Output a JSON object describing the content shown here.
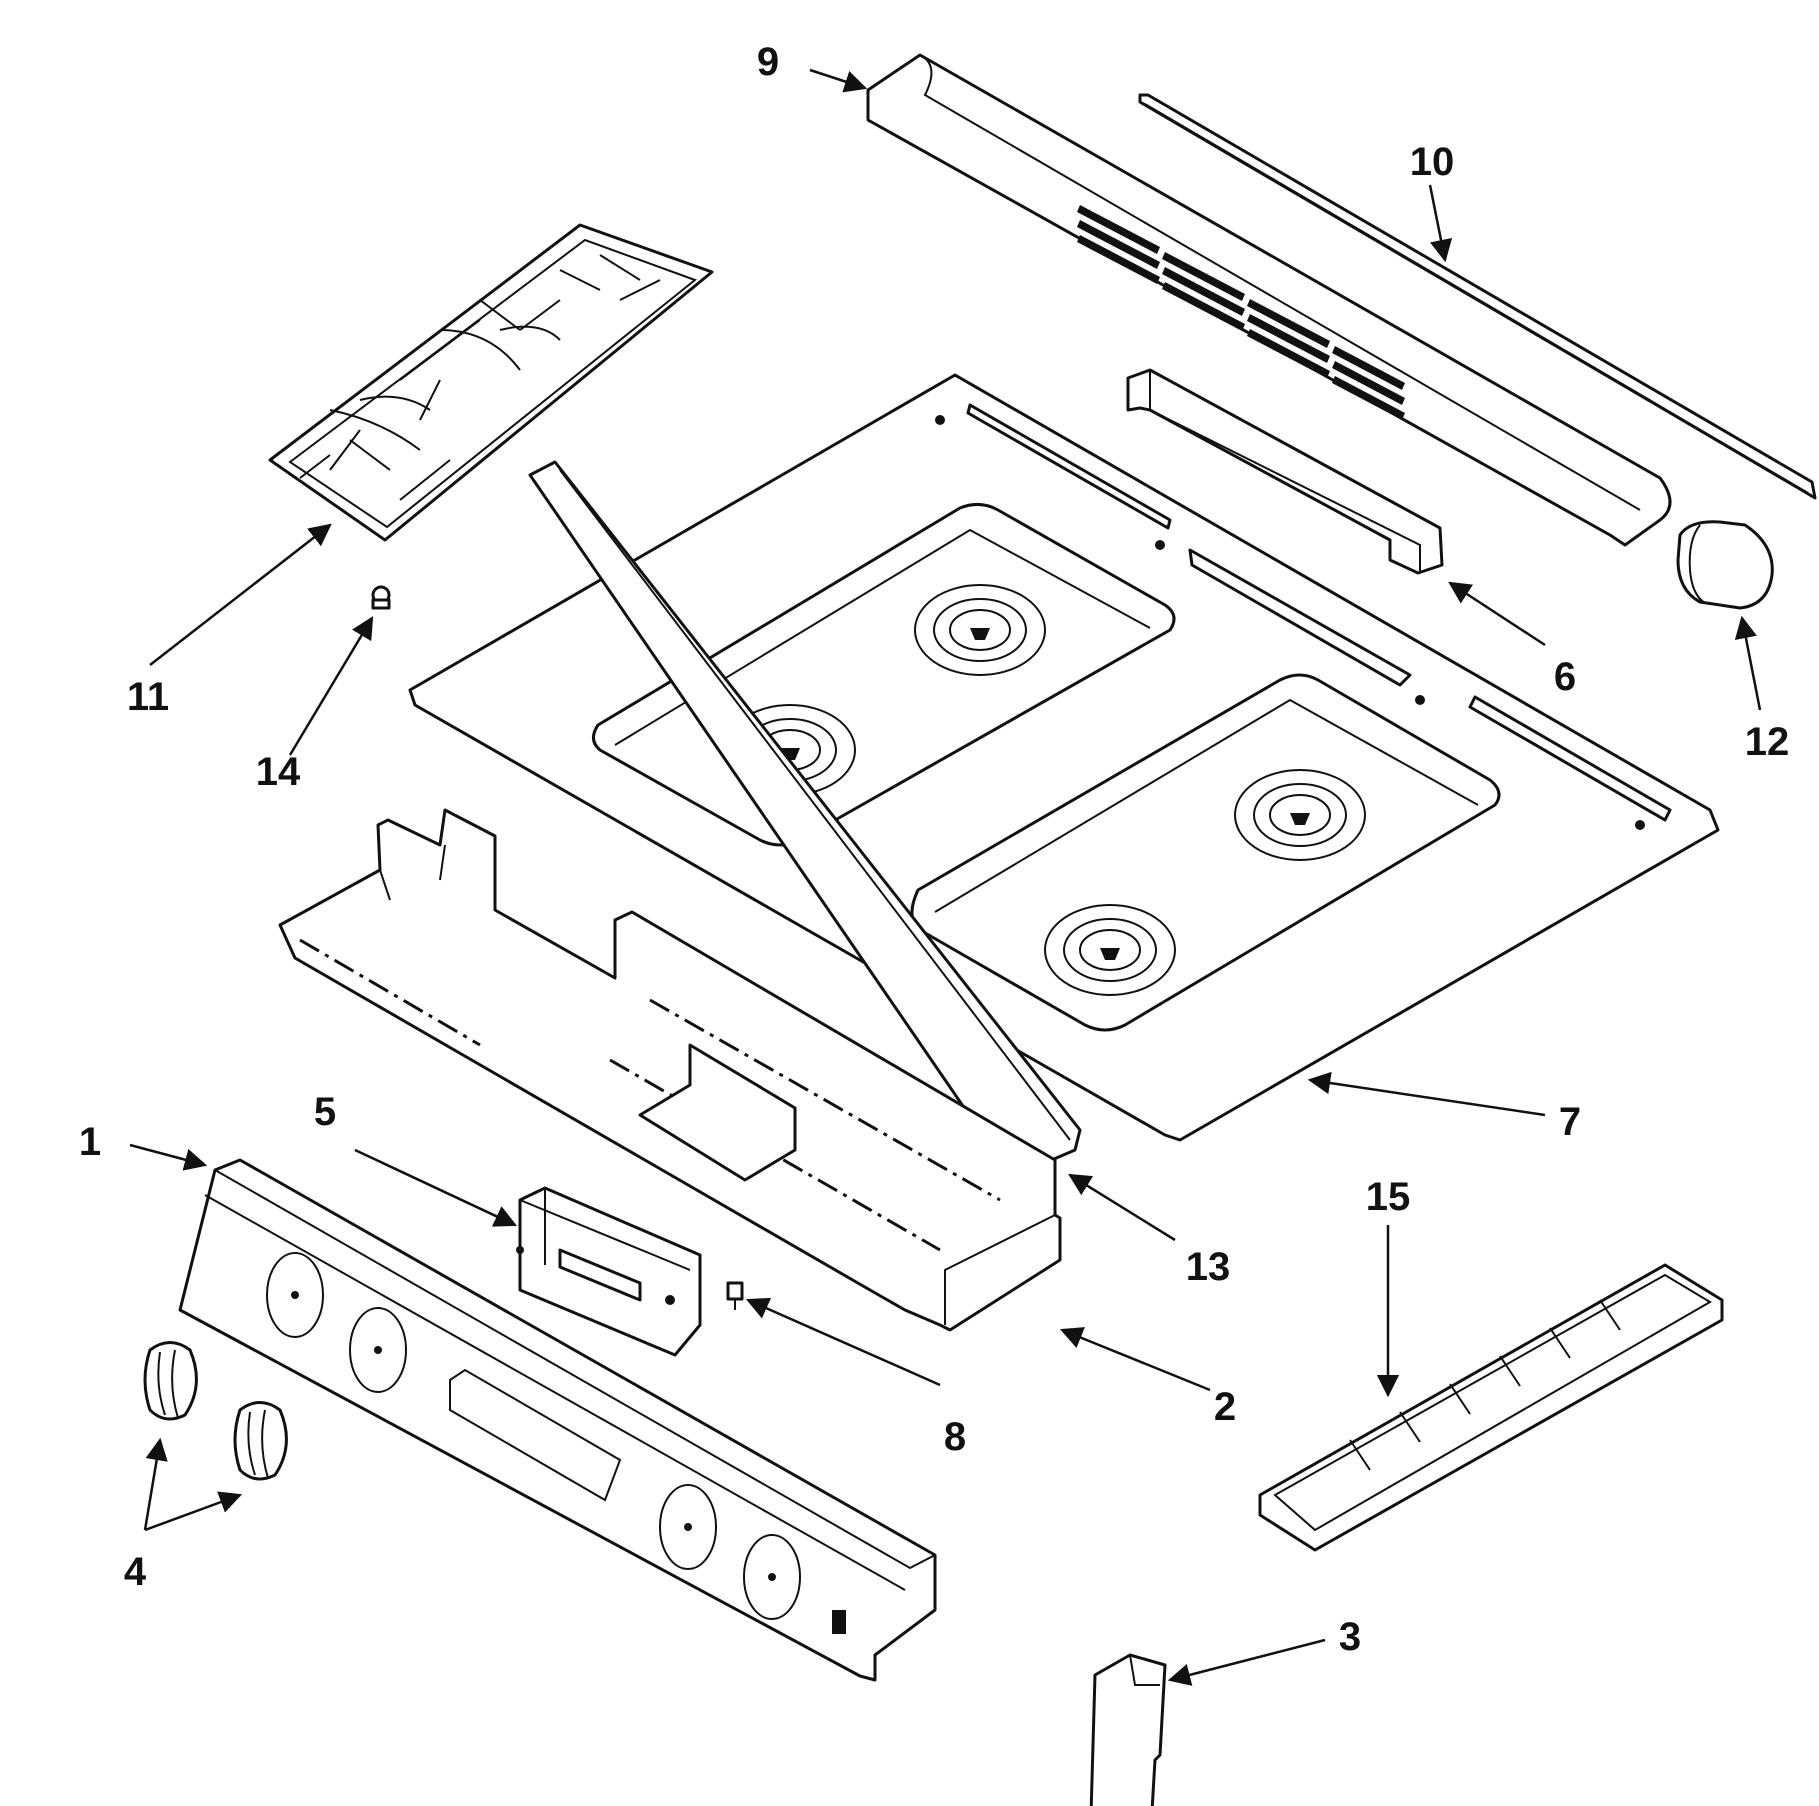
{
  "diagram": {
    "callouts": [
      {
        "id": "1",
        "label": "1",
        "part": "control-panel"
      },
      {
        "id": "2",
        "label": "2",
        "part": "manifold-bracket"
      },
      {
        "id": "3",
        "label": "3",
        "part": "end-cap"
      },
      {
        "id": "4",
        "label": "4",
        "part": "control-knobs"
      },
      {
        "id": "5",
        "label": "5",
        "part": "clock-timer"
      },
      {
        "id": "6",
        "label": "6",
        "part": "vent-deflector"
      },
      {
        "id": "7",
        "label": "7",
        "part": "cooktop"
      },
      {
        "id": "8",
        "label": "8",
        "part": "screw"
      },
      {
        "id": "9",
        "label": "9",
        "part": "backguard"
      },
      {
        "id": "10",
        "label": "10",
        "part": "trim-strip"
      },
      {
        "id": "11",
        "label": "11",
        "part": "burner-grate"
      },
      {
        "id": "12",
        "label": "12",
        "part": "backguard-end-cap"
      },
      {
        "id": "13",
        "label": "13",
        "part": "bracket"
      },
      {
        "id": "14",
        "label": "14",
        "part": "grate-bumper"
      },
      {
        "id": "15",
        "label": "15",
        "part": "vent-grille"
      }
    ]
  },
  "colors": {
    "ink": "#111111",
    "paper": "#ffffff"
  }
}
